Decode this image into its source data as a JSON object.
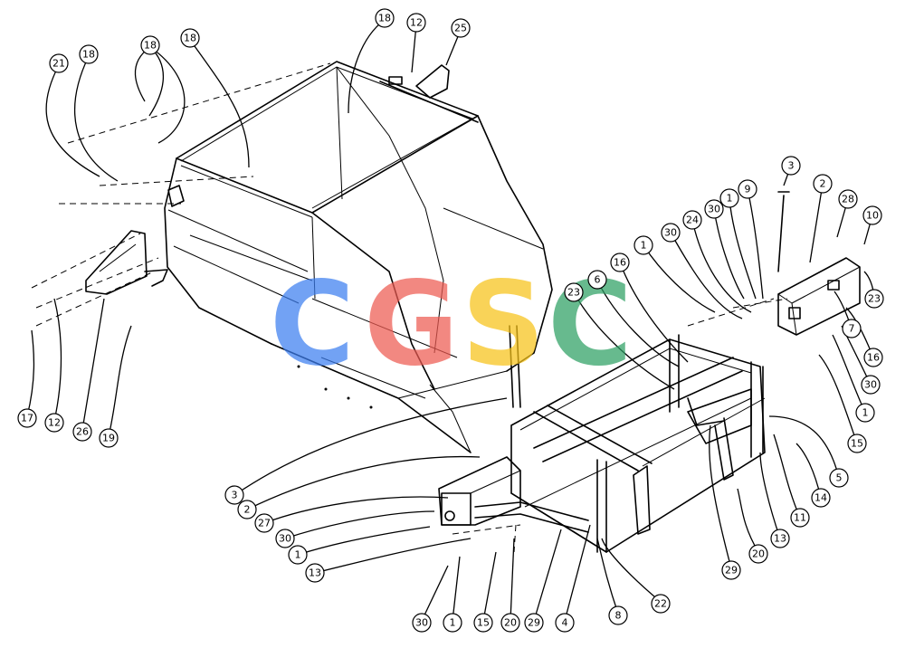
{
  "watermark": {
    "letters": [
      "C",
      "G",
      "S",
      "C"
    ],
    "colors": [
      "#3d7ff0",
      "#ee5b52",
      "#f7c318",
      "#2ea064"
    ]
  },
  "callouts": [
    "21",
    "18",
    "18",
    "18",
    "18",
    "12",
    "25",
    "3",
    "2",
    "28",
    "10",
    "9",
    "30",
    "1",
    "24",
    "30",
    "1",
    "16",
    "6",
    "23",
    "23",
    "7",
    "16",
    "30",
    "1",
    "15",
    "5",
    "14",
    "11",
    "13",
    "20",
    "29",
    "22",
    "8",
    "4",
    "29",
    "20",
    "15",
    "1",
    "30",
    "13",
    "1",
    "30",
    "27",
    "2",
    "3",
    "17",
    "12",
    "26",
    "19"
  ]
}
